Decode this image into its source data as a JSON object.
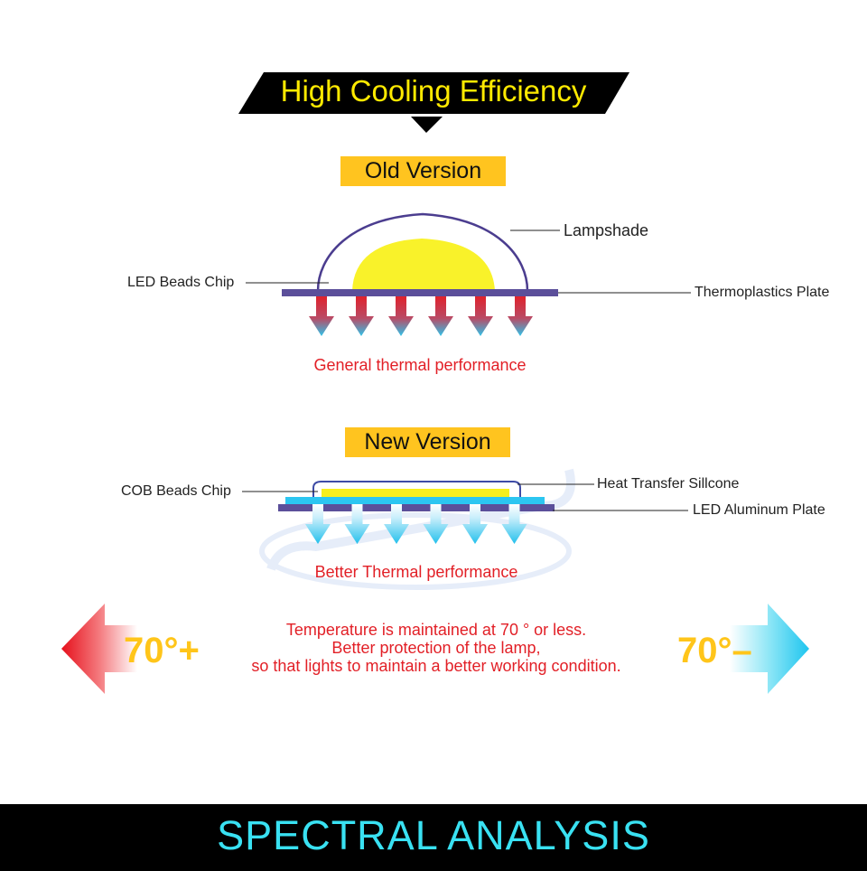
{
  "header": {
    "title": "High Cooling Efficiency"
  },
  "old_version": {
    "badge": "Old Version",
    "labels": {
      "lampshade": "Lampshade",
      "led_beads_chip": "LED Beads Chip",
      "thermoplastics_plate": "Thermoplastics Plate"
    },
    "caption": "General thermal performance",
    "arrow_count": 6
  },
  "new_version": {
    "badge": "New Version",
    "labels": {
      "cob_beads_chip": "COB Beads Chip",
      "heat_transfer_silicone": "Heat Transfer Sillcone",
      "led_aluminum_plate": "LED Aluminum Plate"
    },
    "caption": "Better Thermal performance",
    "arrow_count": 6
  },
  "temperature": {
    "left_label": "70°+",
    "right_label": "70°–",
    "lines": [
      "Temperature is maintained at 70 ° or less.",
      "Better protection of the lamp,",
      "so that lights to maintain a better working condition."
    ]
  },
  "footer": {
    "title": "SPECTRAL ANALYSIS"
  },
  "colors": {
    "header_bg": "#000000",
    "header_text": "#ffea00",
    "badge_bg": "#ffc41f",
    "plate": "#5b4f9a",
    "led_yellow": "#f9f22a",
    "hot_arrow": "#e2262f",
    "cool_arrow": "#2fc7ea",
    "red_text": "#e21f26",
    "footer_text": "#39e1f2"
  }
}
